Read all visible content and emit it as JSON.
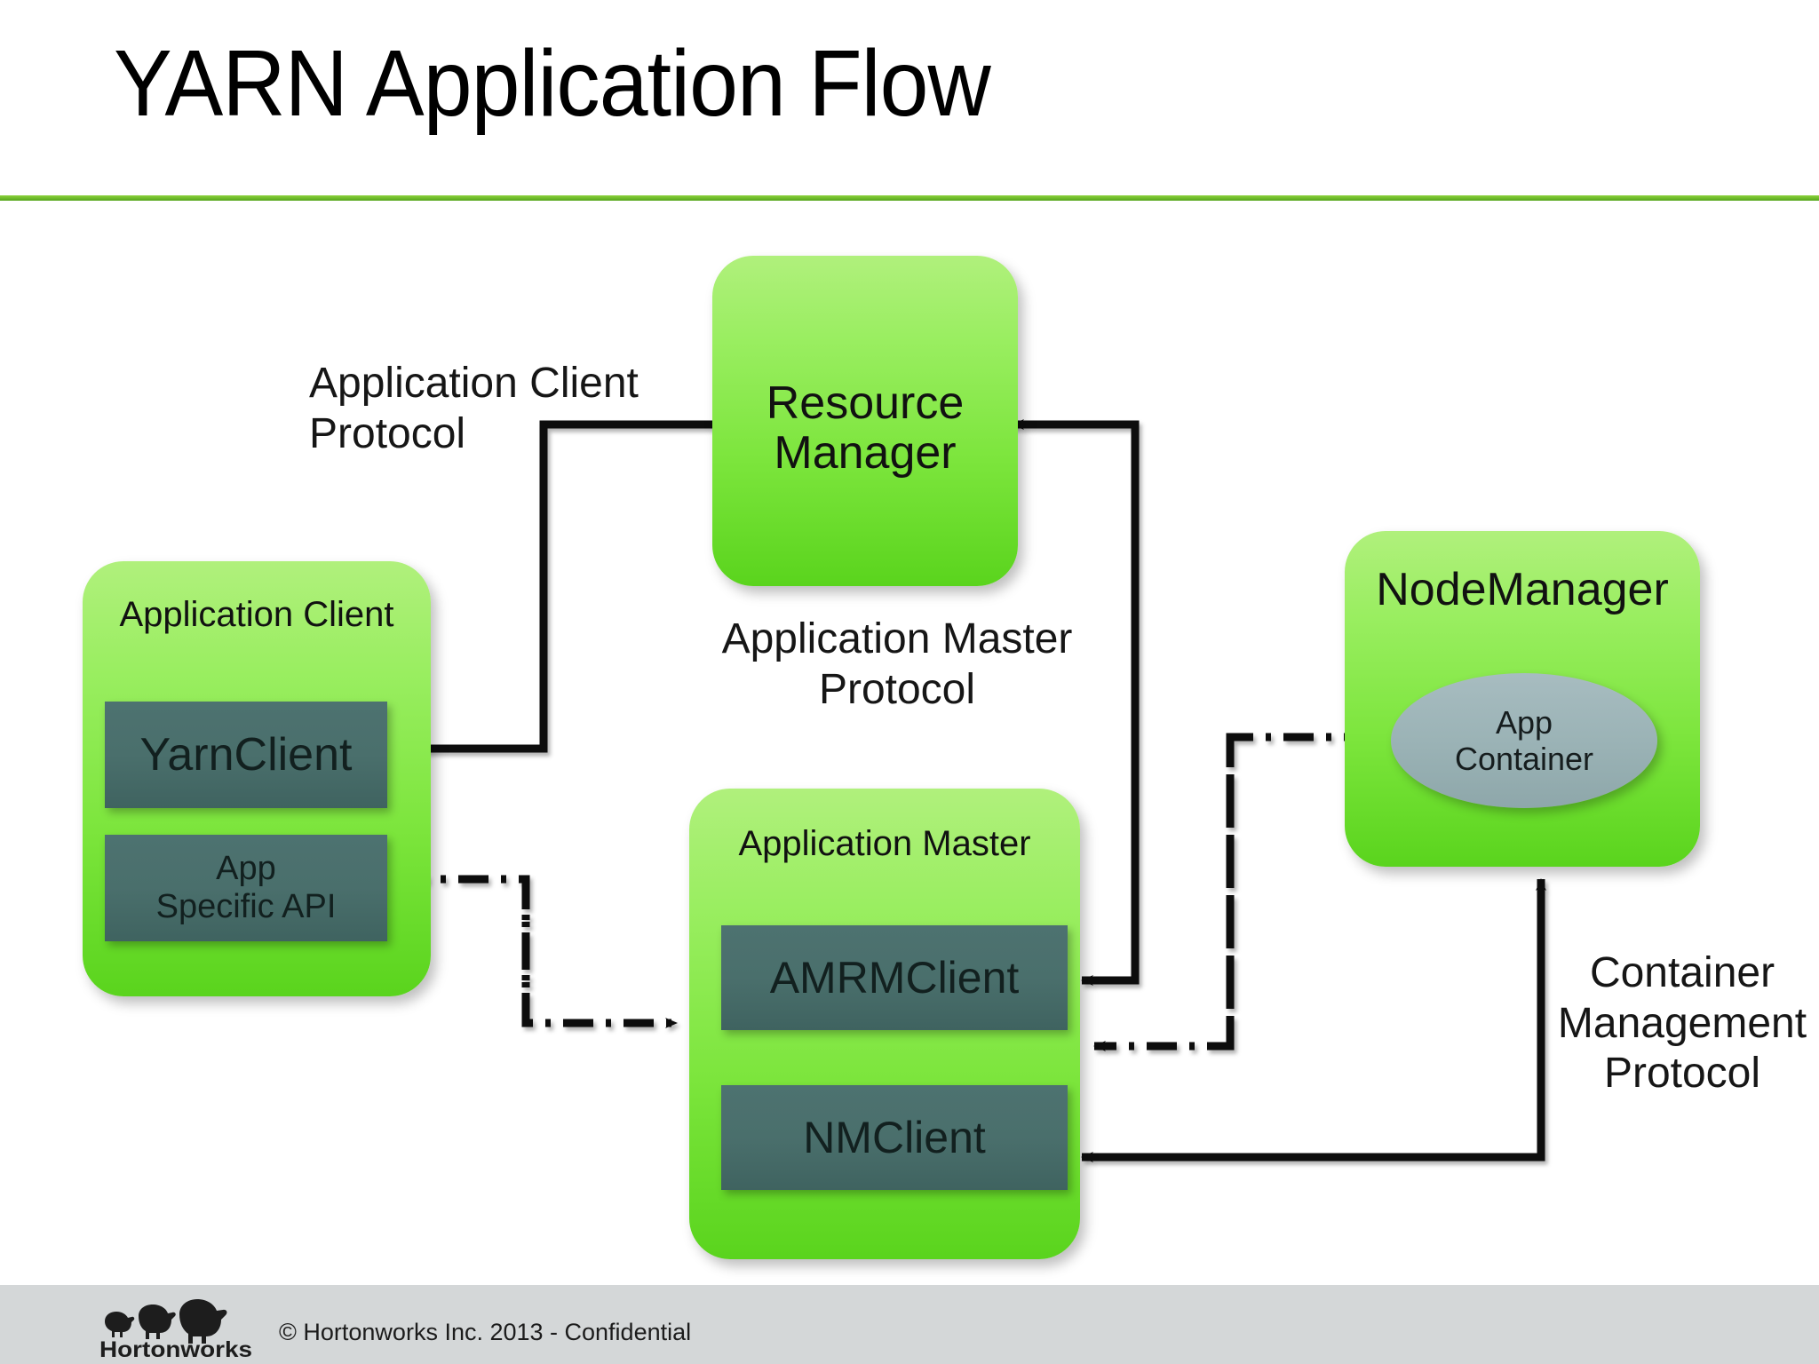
{
  "slide": {
    "title": "YARN Application Flow",
    "accent_color": "#6cb82a",
    "node_fill_top": "#b0f07c",
    "node_fill_bottom": "#5ad41d",
    "panel_color": "#4a6f6c",
    "container_color": "#9bb3b6"
  },
  "nodes": {
    "resource_manager": {
      "label": "Resource\nManager"
    },
    "application_client": {
      "label": "Application Client"
    },
    "application_master": {
      "label": "Application Master"
    },
    "node_manager": {
      "label": "NodeManager"
    }
  },
  "panels": {
    "yarn_client": {
      "label": "YarnClient"
    },
    "app_specific_api": {
      "label": "App\nSpecific API"
    },
    "amrm_client": {
      "label": "AMRMClient"
    },
    "nm_client": {
      "label": "NMClient"
    },
    "app_container": {
      "label": "App\nContainer"
    }
  },
  "protocols": {
    "application_client_protocol": "Application Client\nProtocol",
    "application_master_protocol": "Application Master\nProtocol",
    "container_management_protocol": "Container\nManagement\nProtocol"
  },
  "footer": {
    "copyright": "© Hortonworks Inc. 2013 - Confidential",
    "logo_wordmark": "Hortonworks"
  }
}
